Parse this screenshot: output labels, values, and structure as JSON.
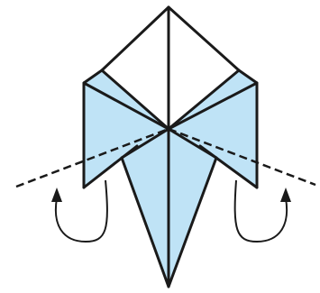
{
  "diagram": {
    "fill_color": "#bfe3f6",
    "stroke_color": "#1a1a1a",
    "background_color": "#ffffff",
    "fold_lines": [
      "left-valley-fold-line",
      "right-valley-fold-line"
    ],
    "arrows": [
      "left-fold-under-arrow",
      "right-fold-under-arrow"
    ]
  }
}
